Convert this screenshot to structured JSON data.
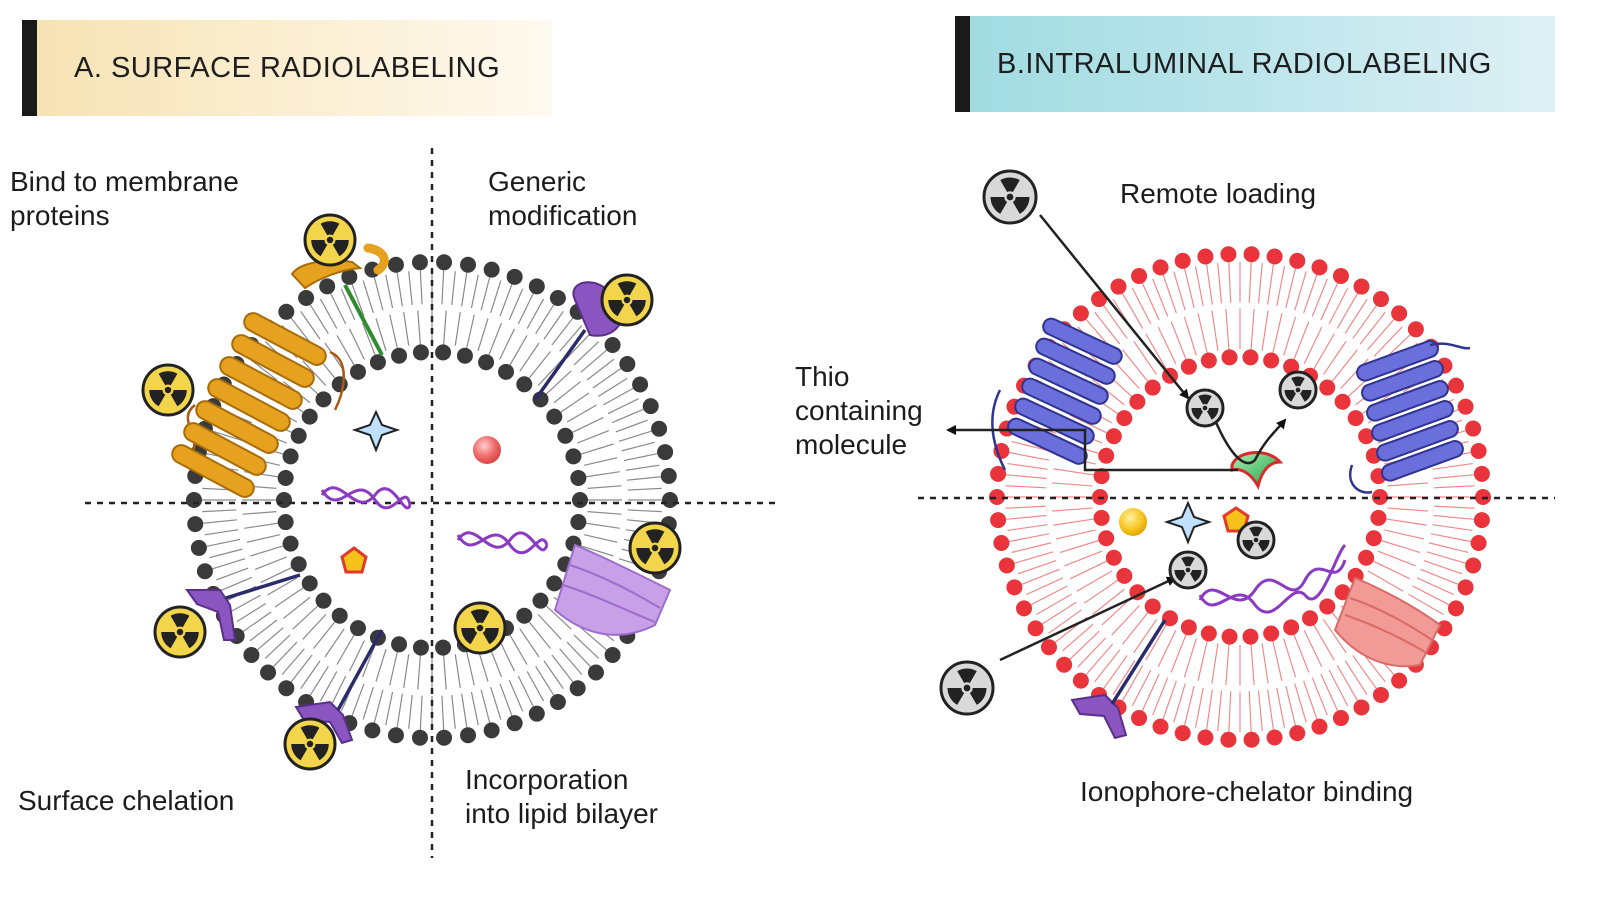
{
  "panel_a": {
    "header": "A. SURFACE RADIOLABELING",
    "labels": {
      "top_left": [
        "Bind to membrane",
        "proteins"
      ],
      "top_right": [
        "Generic",
        "modification"
      ],
      "bottom_left": [
        "Surface chelation"
      ],
      "bottom_right": [
        "Incorporation",
        "into lipid bilayer"
      ]
    }
  },
  "panel_b": {
    "header": "B.INTRALUMINAL RADIOLABELING",
    "labels": {
      "top": [
        "Remote loading"
      ],
      "left": [
        "Thio",
        "containing",
        "molecule"
      ],
      "bottom": [
        "Ionophore-chelator binding"
      ]
    }
  },
  "colors": {
    "header_a": "#f6e2b3",
    "header_b": "#9fdbe0",
    "lipid_a": "#3a3a3a",
    "lipid_b": "#e8343a",
    "radio_yellow": "#f2d54a",
    "radio_grey": "#d9d9d9",
    "protein_orange": "#e6a11e",
    "protein_purple": "#8a55c0",
    "protein_blue": "#5b5fd0"
  },
  "icons": [
    "radioactive-icon",
    "star-icon",
    "dna-icon",
    "pentagon-icon",
    "sphere-icon"
  ]
}
